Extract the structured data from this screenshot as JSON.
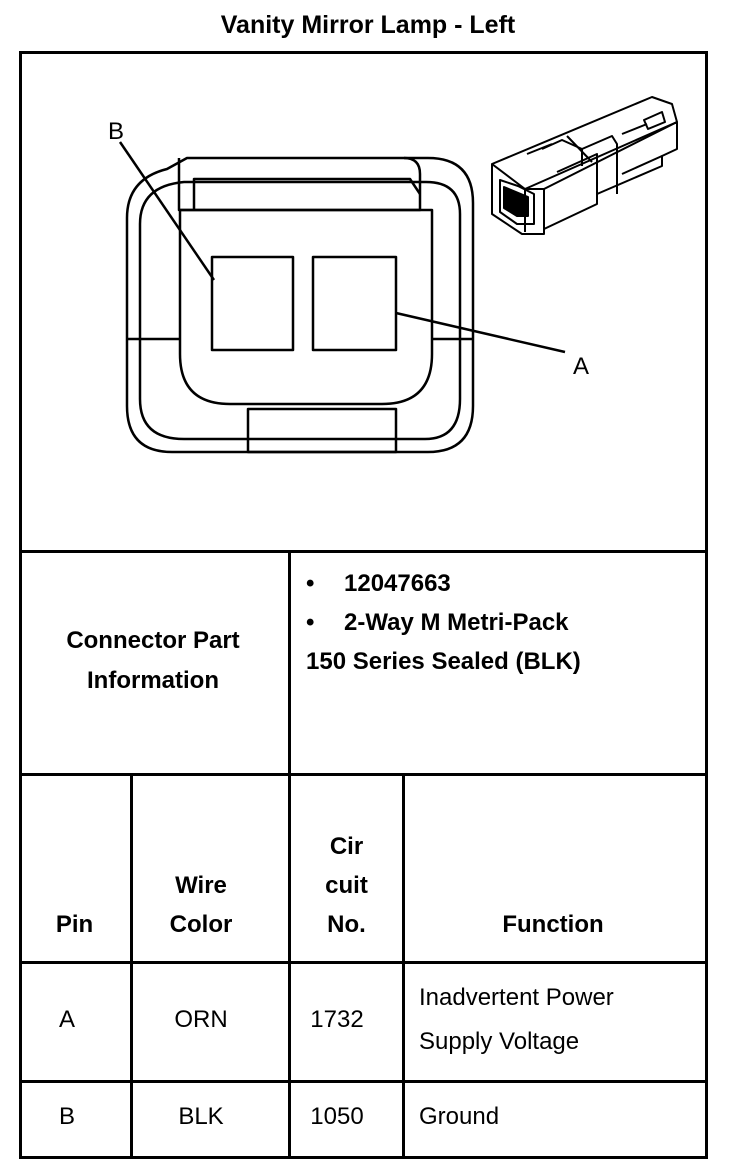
{
  "title": "Vanity Mirror Lamp - Left",
  "diagram": {
    "label_b": "B",
    "label_a": "A"
  },
  "connector_info": {
    "label": "Connector Part Information",
    "label_line1": "Connector Part",
    "label_line2": "Information",
    "items": [
      "12047663",
      "2-Way M Metri-Pack"
    ],
    "continuation": "150 Series Sealed (BLK)",
    "bullet": "•"
  },
  "table": {
    "headers": {
      "pin": "Pin",
      "wire_color_line1": "Wire",
      "wire_color_line2": "Color",
      "circuit_line1": "Cir",
      "circuit_line2": "cuit",
      "circuit_line3": "No.",
      "function": "Function"
    },
    "rows": [
      {
        "pin": "A",
        "wire_color": "ORN",
        "circuit": "1732",
        "function_line1": "Inadvertent Power",
        "function_line2": "Supply Voltage"
      },
      {
        "pin": "B",
        "wire_color": "BLK",
        "circuit": "1050",
        "function_line1": "Ground",
        "function_line2": ""
      }
    ]
  }
}
